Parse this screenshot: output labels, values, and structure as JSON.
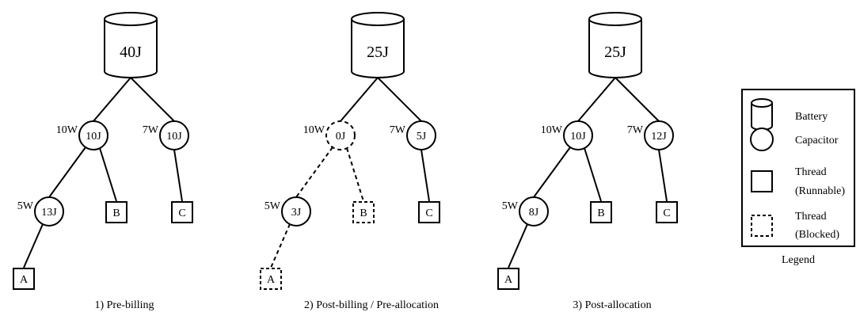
{
  "panels": [
    {
      "caption": "1) Pre-billing",
      "battery": "40J",
      "cap_left": {
        "power": "10W",
        "energy": "10J",
        "blocked": false
      },
      "cap_right": {
        "power": "7W",
        "energy": "10J",
        "blocked": false
      },
      "cap_sub": {
        "power": "5W",
        "energy": "13J",
        "blocked": false
      },
      "thread_a": {
        "label": "A",
        "blocked": false
      },
      "thread_b": {
        "label": "B",
        "blocked": false
      },
      "thread_c": {
        "label": "C",
        "blocked": false
      }
    },
    {
      "caption": "2) Post-billing / Pre-allocation",
      "battery": "25J",
      "cap_left": {
        "power": "10W",
        "energy": "0J",
        "blocked": true
      },
      "cap_right": {
        "power": "7W",
        "energy": "5J",
        "blocked": false
      },
      "cap_sub": {
        "power": "5W",
        "energy": "3J",
        "blocked": false
      },
      "thread_a": {
        "label": "A",
        "blocked": true
      },
      "thread_b": {
        "label": "B",
        "blocked": true
      },
      "thread_c": {
        "label": "C",
        "blocked": false
      }
    },
    {
      "caption": "3) Post-allocation",
      "battery": "25J",
      "cap_left": {
        "power": "10W",
        "energy": "10J",
        "blocked": false
      },
      "cap_right": {
        "power": "7W",
        "energy": "12J",
        "blocked": false
      },
      "cap_sub": {
        "power": "5W",
        "energy": "8J",
        "blocked": false
      },
      "thread_a": {
        "label": "A",
        "blocked": false
      },
      "thread_b": {
        "label": "B",
        "blocked": false
      },
      "thread_c": {
        "label": "C",
        "blocked": false
      }
    }
  ],
  "legend": {
    "title": "Legend",
    "battery": "Battery",
    "capacitor": "Capacitor",
    "thread_runnable_1": "Thread",
    "thread_runnable_2": "(Runnable)",
    "thread_blocked_1": "Thread",
    "thread_blocked_2": "(Blocked)"
  }
}
